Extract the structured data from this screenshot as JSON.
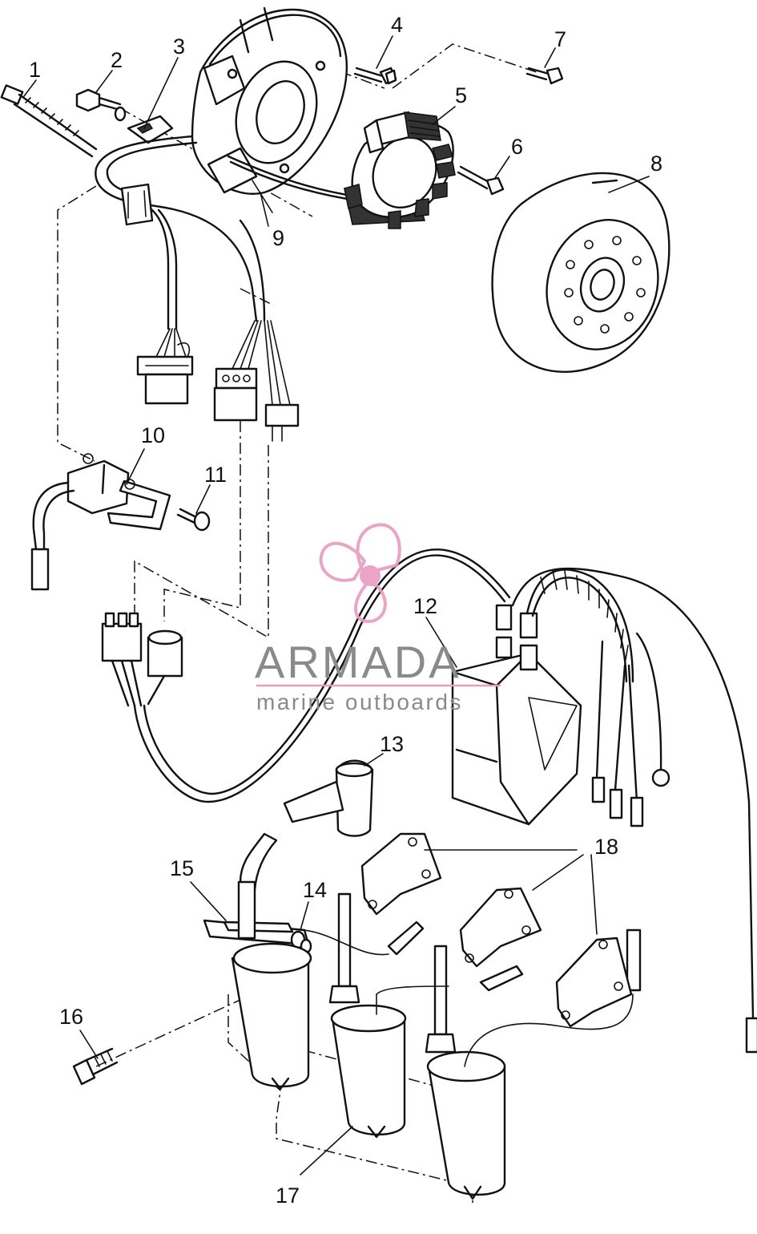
{
  "diagram": {
    "callouts": [
      "1",
      "2",
      "3",
      "4",
      "5",
      "6",
      "7",
      "8",
      "9",
      "10",
      "11",
      "12",
      "13",
      "14",
      "15",
      "16",
      "17",
      "18"
    ]
  },
  "watermark": {
    "brand": "ARMADA",
    "tagline": "marine outboards",
    "accent_color": "#e89cc0",
    "text_color": "#8a8a8a"
  }
}
